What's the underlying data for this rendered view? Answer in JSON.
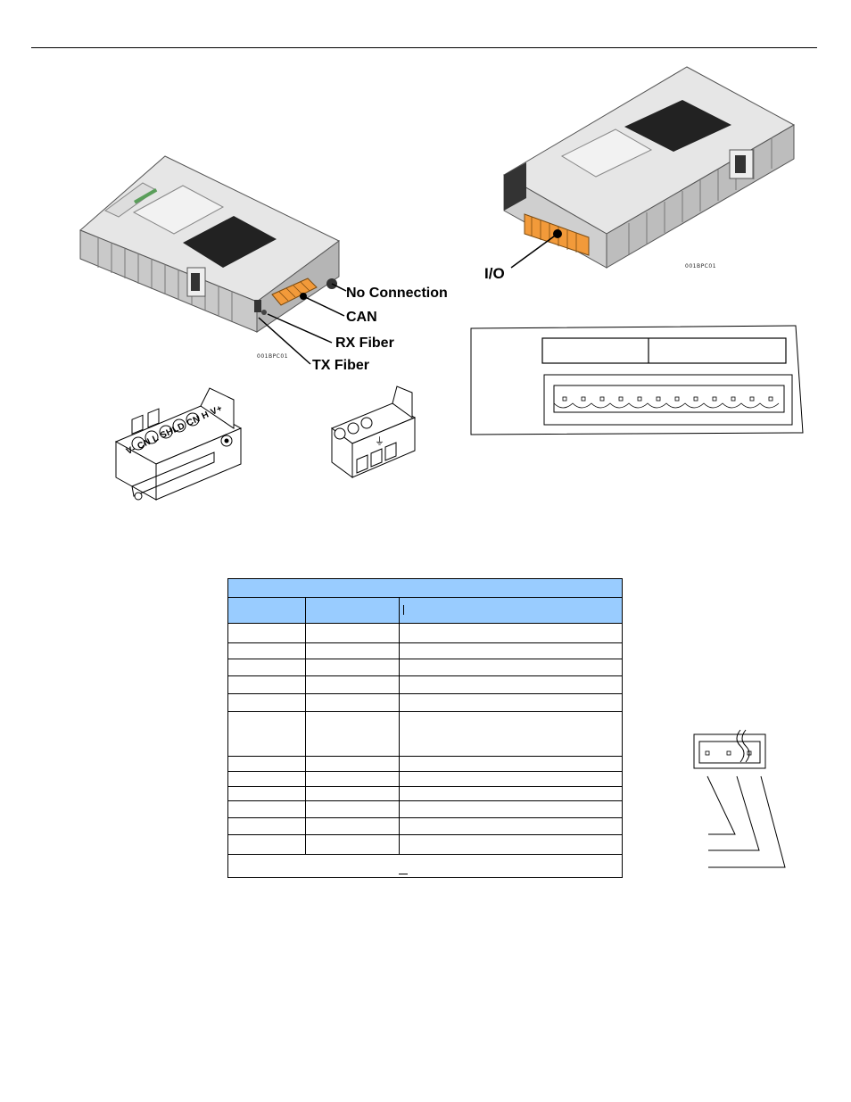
{
  "header": {
    "rule": true
  },
  "figure_left": {
    "callouts": {
      "no_connection": "No Connection",
      "can": "CAN",
      "rx_fiber": "RX Fiber",
      "tx_fiber": "TX Fiber"
    },
    "code": "001BPC01"
  },
  "figure_right": {
    "callouts": {
      "io": "I/O"
    },
    "code": "001BPC01"
  },
  "connector_can": {
    "pin_labels": [
      "V-",
      "CN L",
      "SHLD",
      "CN H",
      "V+"
    ]
  },
  "connector_3pin": {
    "ground_symbol": "⏚"
  },
  "io_panel": {
    "header_cells": [
      "",
      ""
    ],
    "pins": 12
  },
  "table": {
    "title": "",
    "columns": [
      "",
      "",
      ""
    ],
    "row_count": 12,
    "footer": ""
  },
  "small_diagram": {
    "pins": 3
  }
}
